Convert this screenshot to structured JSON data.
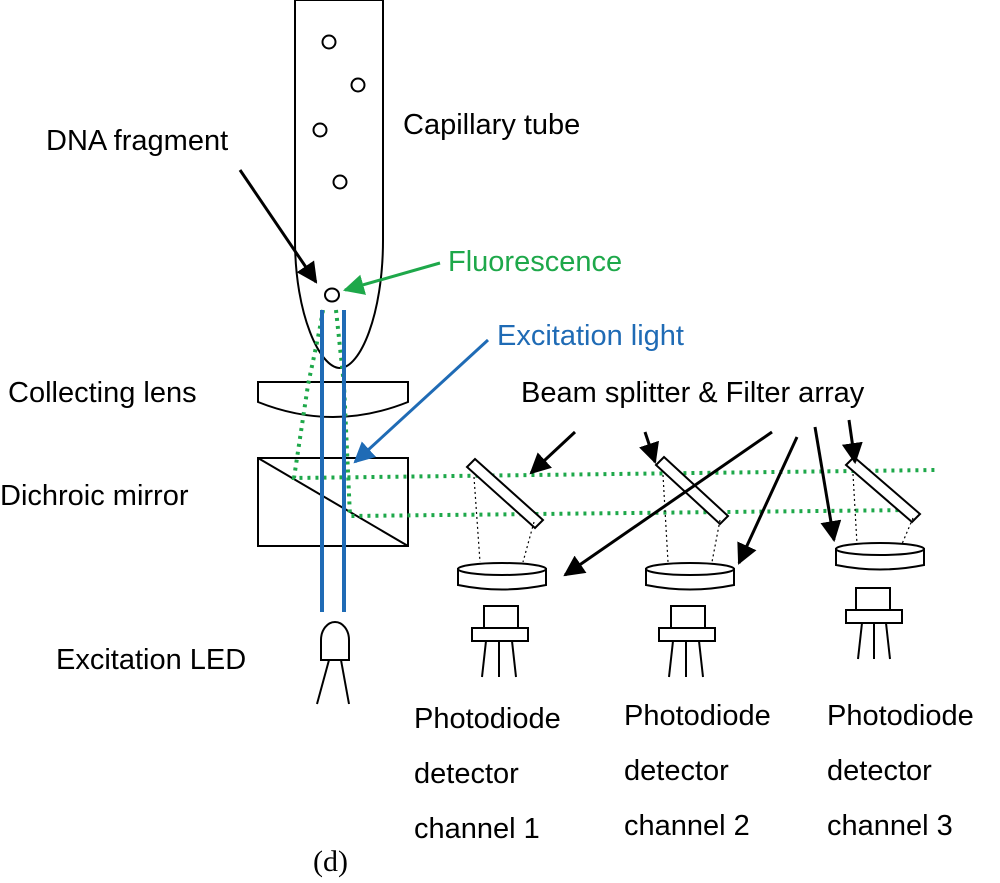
{
  "labels": {
    "capillary_tube": "Capillary tube",
    "dna_fragment": "DNA fragment",
    "fluorescence": "Fluorescence",
    "excitation_light": "Excitation light",
    "collecting_lens": "Collecting lens",
    "beam_splitter": "Beam splitter & Filter array",
    "dichroic_mirror": "Dichroic mirror",
    "excitation_led": "Excitation LED",
    "panel": "(d)"
  },
  "detectors": [
    {
      "line1": "Photodiode",
      "line2": "detector",
      "line3": "channel 1"
    },
    {
      "line1": "Photodiode",
      "line2": "detector",
      "line3": "channel 2"
    },
    {
      "line1": "Photodiode",
      "line2": "detector",
      "line3": "channel 3"
    }
  ],
  "colors": {
    "fluorescence": "#1ea84a",
    "excitation": "#1f6bb5",
    "outline": "#000000"
  }
}
